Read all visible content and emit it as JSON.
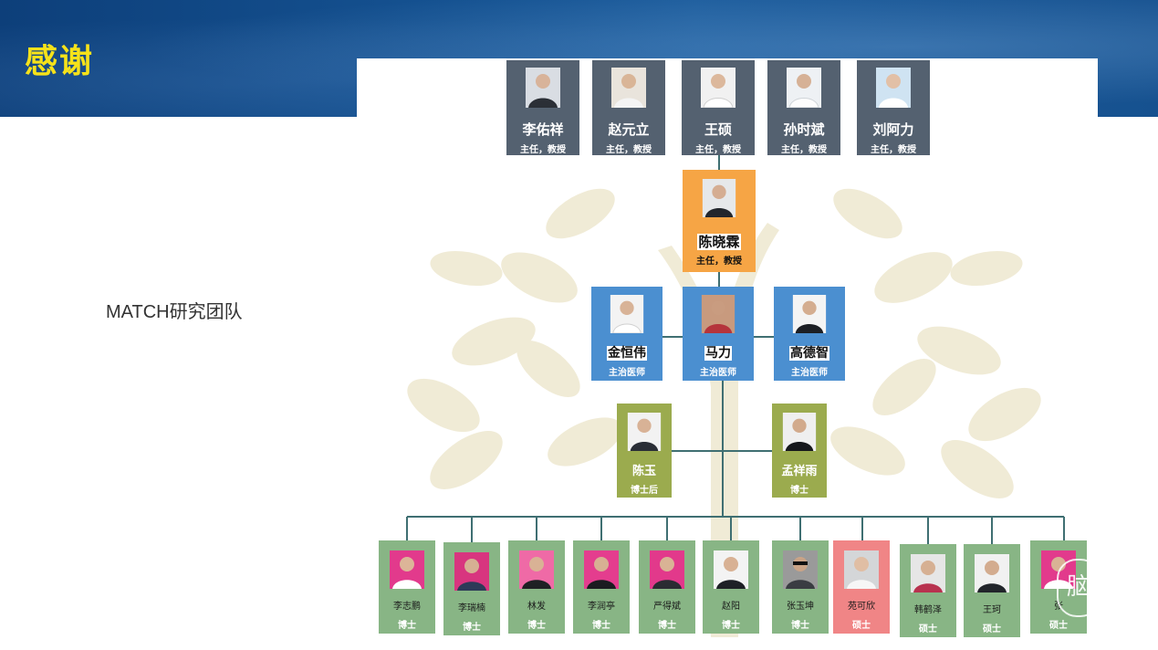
{
  "slide": {
    "title": "感谢",
    "side_label": "MATCH研究团队"
  },
  "colors": {
    "banner": "#14508f",
    "title": "#f6e21a",
    "top_card": "#546170",
    "lead_card": "#f6a545",
    "doctor_card": "#4b8fd0",
    "postdoc_card": "#9bab4e",
    "student_card": "#88b585",
    "highlight_student_card": "#f08586",
    "connector": "#3f6f72"
  },
  "org_chart": {
    "directors": [
      {
        "name": "李佑祥",
        "role": "主任，教授"
      },
      {
        "name": "赵元立",
        "role": "主任，教授"
      },
      {
        "name": "王硕",
        "role": "主任，教授"
      },
      {
        "name": "孙时斌",
        "role": "主任，教授"
      },
      {
        "name": "刘阿力",
        "role": "主任，教授"
      }
    ],
    "lead": {
      "name": "陈晓霖",
      "role": "主任，教授"
    },
    "attendings": [
      {
        "name": "金恒伟",
        "role": "主治医师"
      },
      {
        "name": "马力",
        "role": "主治医师"
      },
      {
        "name": "高德智",
        "role": "主治医师"
      }
    ],
    "mid": [
      {
        "name": "陈玉",
        "role": "博士后"
      },
      {
        "name": "孟祥雨",
        "role": "博士"
      }
    ],
    "students": [
      {
        "name": "李志鹏",
        "role": "博士"
      },
      {
        "name": "李瑞楠",
        "role": "博士"
      },
      {
        "name": "林发",
        "role": "博士"
      },
      {
        "name": "李润亭",
        "role": "博士"
      },
      {
        "name": "严得斌",
        "role": "博士"
      },
      {
        "name": "赵阳",
        "role": "博士"
      },
      {
        "name": "张玉坤",
        "role": "博士"
      },
      {
        "name": "苑可欣",
        "role": "硕士"
      },
      {
        "name": "韩鹤泽",
        "role": "硕士"
      },
      {
        "name": "王珂",
        "role": "硕士"
      },
      {
        "name": "张",
        "role": "硕士"
      }
    ]
  },
  "watermark": {
    "glyph": "脑"
  }
}
